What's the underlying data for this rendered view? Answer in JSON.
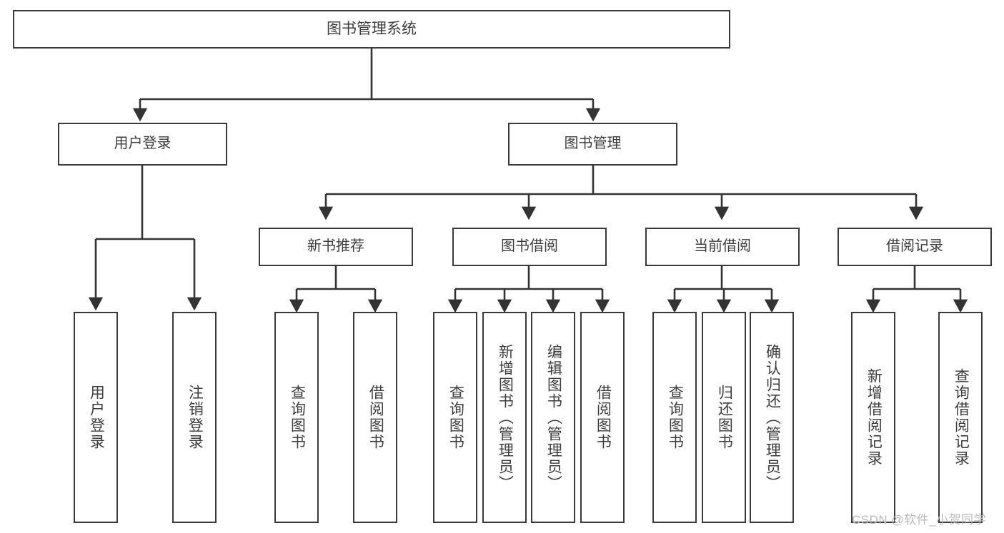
{
  "diagram": {
    "title": "图书管理系统",
    "type": "tree-hierarchy",
    "watermark": "CSDN @软件_小贺同学",
    "colors": {
      "box_border": "#3a3a3a",
      "box_fill": "#ffffff",
      "edge": "#333333",
      "text": "#3d3d3d",
      "watermark": "#b9b9b9",
      "background": "#ffffff"
    },
    "root": {
      "label": "图书管理系统"
    },
    "level2": [
      {
        "label": "用户登录"
      },
      {
        "label": "图书管理"
      }
    ],
    "level3": [
      {
        "label": "新书推荐"
      },
      {
        "label": "图书借阅"
      },
      {
        "label": "当前借阅"
      },
      {
        "label": "借阅记录"
      }
    ],
    "leaves": {
      "user_login": [
        {
          "label": "用户登录"
        },
        {
          "label": "注销登录"
        }
      ],
      "new_book_recommend": [
        {
          "label": "查询图书"
        },
        {
          "label": "借阅图书"
        }
      ],
      "book_borrow": [
        {
          "label": "查询图书"
        },
        {
          "label": "新增图书（管理员）"
        },
        {
          "label": "编辑图书（管理员）"
        },
        {
          "label": "借阅图书"
        }
      ],
      "current_borrow": [
        {
          "label": "查询图书"
        },
        {
          "label": "归还图书"
        },
        {
          "label": "确认归还（管理员）"
        }
      ],
      "borrow_record": [
        {
          "label": "新增借阅记录"
        },
        {
          "label": "查询借阅记录"
        }
      ]
    }
  }
}
